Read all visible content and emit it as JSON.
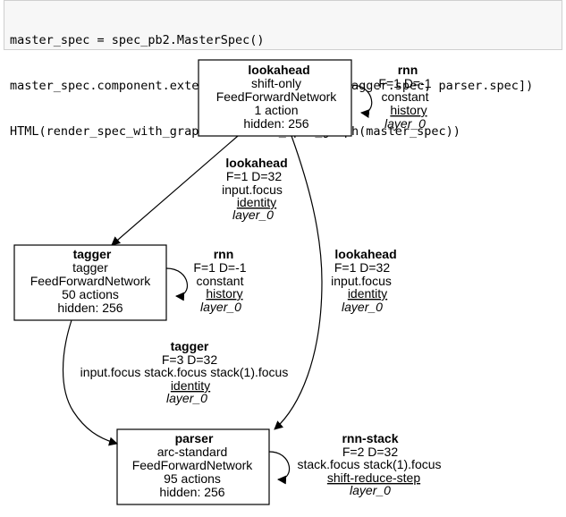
{
  "code": {
    "lines": [
      "master_spec = spec_pb2.MasterSpec()",
      "master_spec.component.extend([lookahead.spec, tagger.spec, parser.spec])",
      "HTML(render_spec_with_graphviz.master_spec_graph(master_spec))"
    ]
  },
  "nodes": {
    "lookahead": {
      "title": "lookahead",
      "lines": [
        "shift-only",
        "FeedForwardNetwork",
        "1 action",
        "hidden: 256"
      ]
    },
    "tagger": {
      "title": "tagger",
      "lines": [
        "tagger",
        "FeedForwardNetwork",
        "50 actions",
        "hidden: 256"
      ]
    },
    "parser": {
      "title": "parser",
      "lines": [
        "arc-standard",
        "FeedForwardNetwork",
        "95 actions",
        "hidden: 256"
      ]
    }
  },
  "edges": {
    "lookahead_rnn": {
      "title": "rnn",
      "dims": "F=1 D=-1",
      "features": "constant",
      "fn": "history",
      "layer": "layer_0"
    },
    "lookahead_to_tagger": {
      "title": "lookahead",
      "dims": "F=1 D=32",
      "features": "input.focus",
      "fn": "identity",
      "layer": "layer_0"
    },
    "tagger_rnn": {
      "title": "rnn",
      "dims": "F=1 D=-1",
      "features": "constant",
      "fn": "history",
      "layer": "layer_0"
    },
    "lookahead_to_parser": {
      "title": "lookahead",
      "dims": "F=1 D=32",
      "features": "input.focus",
      "fn": "identity",
      "layer": "layer_0"
    },
    "tagger_to_parser": {
      "title": "tagger",
      "dims": "F=3 D=32",
      "features": "input.focus stack.focus stack(1).focus",
      "fn": "identity",
      "layer": "layer_0"
    },
    "parser_rnn_stack": {
      "title": "rnn-stack",
      "dims": "F=2 D=32",
      "features": "stack.focus stack(1).focus",
      "fn": "shift-reduce-step",
      "layer": "layer_0"
    }
  }
}
